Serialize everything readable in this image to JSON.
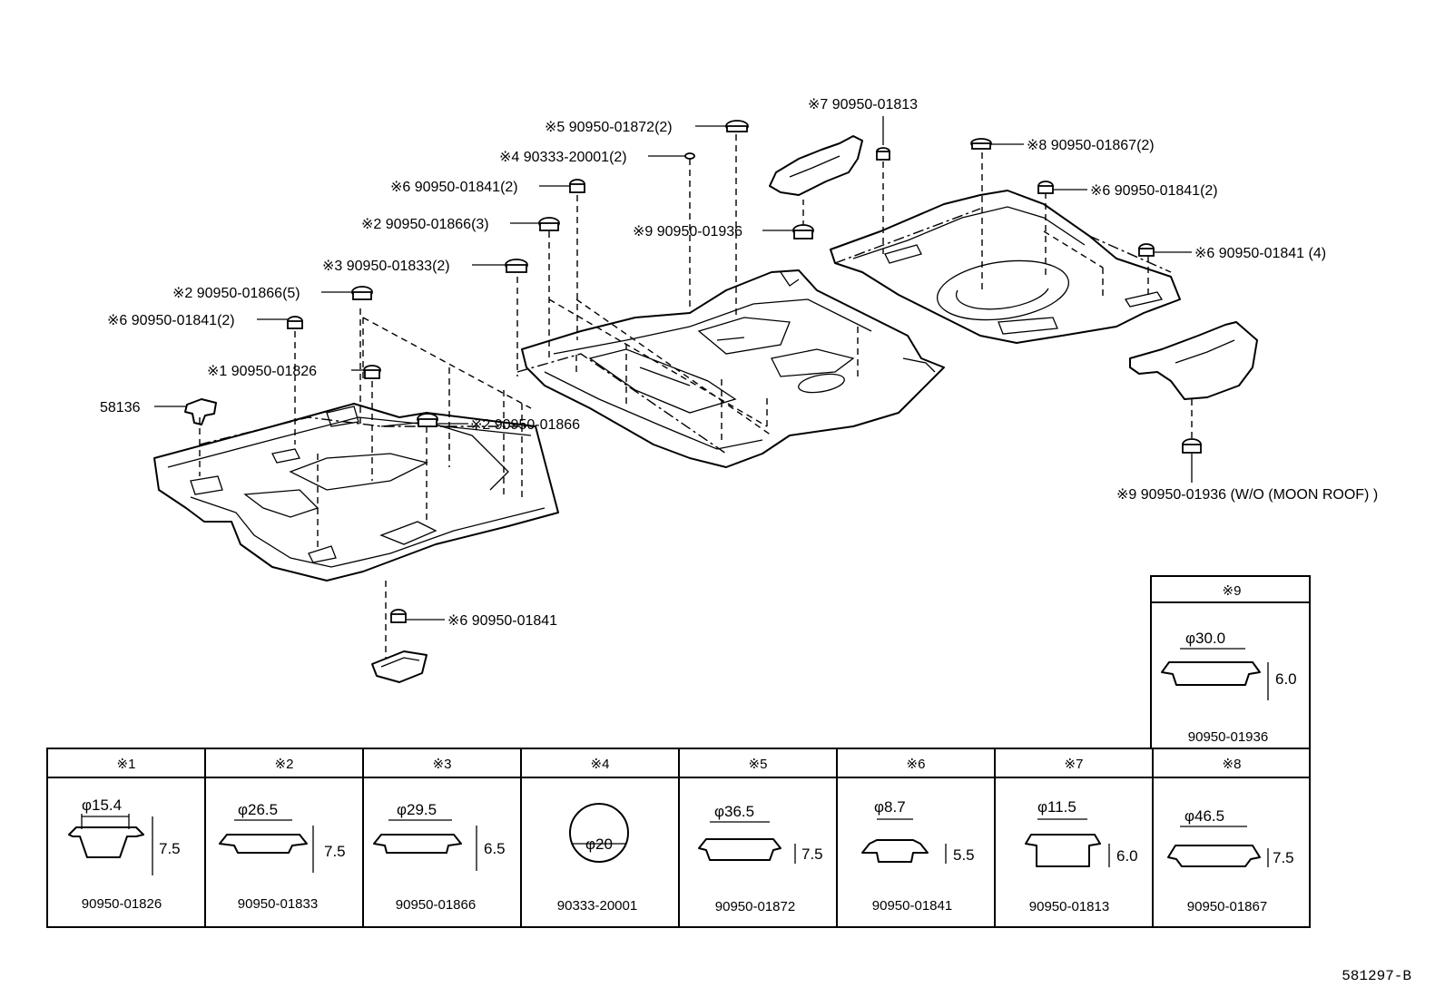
{
  "callouts": [
    {
      "id": "c58136",
      "text": "58136"
    },
    {
      "id": "c1",
      "text": "※1 90950-01826"
    },
    {
      "id": "c2a",
      "text": "※2 90950-01866(5)"
    },
    {
      "id": "c6a",
      "text": "※6 90950-01841(2)"
    },
    {
      "id": "c3",
      "text": "※3 90950-01833(2)"
    },
    {
      "id": "c2b",
      "text": "※2 90950-01866(3)"
    },
    {
      "id": "c6b",
      "text": "※6 90950-01841(2)"
    },
    {
      "id": "c4",
      "text": "※4 90333-20001(2)"
    },
    {
      "id": "c5",
      "text": "※5 90950-01872(2)"
    },
    {
      "id": "c2c",
      "text": "※2 90950-01866"
    },
    {
      "id": "c6c",
      "text": "※6 90950-01841"
    },
    {
      "id": "c9a",
      "text": "※9 90950-01936"
    },
    {
      "id": "c7",
      "text": "※7 90950-01813"
    },
    {
      "id": "c8",
      "text": "※8 90950-01867(2)"
    },
    {
      "id": "c6d",
      "text": "※6 90950-01841(2)"
    },
    {
      "id": "c6e",
      "text": "※6 90950-01841 (4)"
    },
    {
      "id": "c9b",
      "text": "※9 90950-01936 (W/O (MOON ROOF) )"
    }
  ],
  "legend": [
    {
      "mark": "※1",
      "dia": "φ15.4",
      "height": "7.5",
      "part": "90950-01826"
    },
    {
      "mark": "※2",
      "dia": "φ26.5",
      "height": "7.5",
      "part": "90950-01833"
    },
    {
      "mark": "※3",
      "dia": "φ29.5",
      "height": "6.5",
      "part": "90950-01866"
    },
    {
      "mark": "※4",
      "dia": "φ20",
      "height": "",
      "part": "90333-20001"
    },
    {
      "mark": "※5",
      "dia": "φ36.5",
      "height": "7.5",
      "part": "90950-01872"
    },
    {
      "mark": "※6",
      "dia": "φ8.7",
      "height": "5.5",
      "part": "90950-01841"
    },
    {
      "mark": "※7",
      "dia": "φ11.5",
      "height": "6.0",
      "part": "90950-01813"
    },
    {
      "mark": "※8",
      "dia": "φ46.5",
      "height": "7.5",
      "part": "90950-01867"
    },
    {
      "mark": "※9",
      "dia": "φ30.0",
      "height": "6.0",
      "part": "90950-01936"
    }
  ],
  "drawing_ref": "581297-B"
}
